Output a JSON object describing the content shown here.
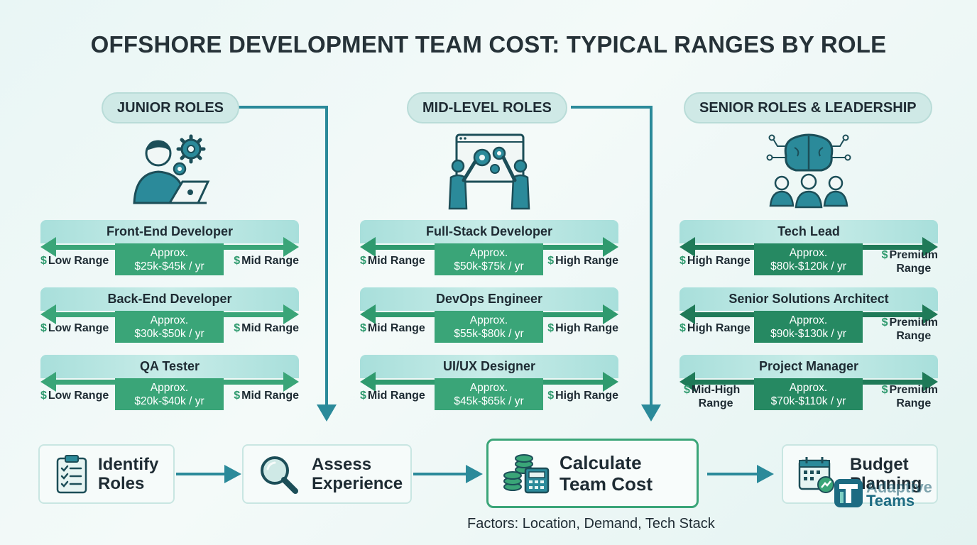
{
  "title": "OFFSHORE DEVELOPMENT TEAM COST: TYPICAL RANGES BY ROLE",
  "columns": [
    {
      "heading": "JUNIOR ROLES",
      "icon": "developer-at-laptop-icon",
      "roles": [
        {
          "name": "Front-End Developer",
          "cost_prefix": "Approx.",
          "cost": "$25k-$45k / yr",
          "low": "Low Range",
          "high": "Mid Range"
        },
        {
          "name": "Back-End Developer",
          "cost_prefix": "Approx.",
          "cost": "$30k-$50k / yr",
          "low": "Low Range",
          "high": "Mid Range"
        },
        {
          "name": "QA Tester",
          "cost_prefix": "Approx.",
          "cost": "$20k-$40k / yr",
          "low": "Low Range",
          "high": "Mid Range"
        }
      ]
    },
    {
      "heading": "MID-LEVEL ROLES",
      "icon": "team-gears-board-icon",
      "roles": [
        {
          "name": "Full-Stack Developer",
          "cost_prefix": "Approx.",
          "cost": "$50k-$75k / yr",
          "low": "Mid Range",
          "high": "High Range"
        },
        {
          "name": "DevOps Engineer",
          "cost_prefix": "Approx.",
          "cost": "$55k-$80k / yr",
          "low": "Mid Range",
          "high": "High Range"
        },
        {
          "name": "UI/UX Designer",
          "cost_prefix": "Approx.",
          "cost": "$45k-$65k / yr",
          "low": "Mid Range",
          "high": "High Range"
        }
      ]
    },
    {
      "heading": "SENIOR ROLES & LEADERSHIP",
      "icon": "brain-network-leaders-icon",
      "roles": [
        {
          "name": "Tech Lead",
          "cost_prefix": "Approx.",
          "cost": "$80k-$120k / yr",
          "low": "High Range",
          "high_1": "Premium",
          "high_2": "Range"
        },
        {
          "name": "Senior Solutions Architect",
          "cost_prefix": "Approx.",
          "cost": "$90k-$130k / yr",
          "low": "High Range",
          "high_1": "Premium",
          "high_2": "Range"
        },
        {
          "name": "Project Manager",
          "cost_prefix": "Approx.",
          "cost": "$70k-$110k / yr",
          "low_1": "Mid-High",
          "low_2": "Range",
          "high_1": "Premium",
          "high_2": "Range"
        }
      ]
    }
  ],
  "steps": [
    {
      "line1": "Identify",
      "line2": "Roles",
      "icon": "clipboard-checklist-icon"
    },
    {
      "line1": "Assess",
      "line2": "Experience",
      "icon": "magnifier-icon"
    },
    {
      "line1": "Calculate",
      "line2": "Team Cost",
      "icon": "coins-calculator-icon"
    },
    {
      "line1": "Budget",
      "line2": "Planning",
      "icon": "calendar-growth-icon"
    }
  ],
  "factors": "Factors: Location, Demand, Tech Stack",
  "logo": {
    "line1": "Adaptive",
    "line2": "Teams"
  },
  "colors": {
    "teal_dark": "#2b8a9a",
    "green": "#3aa578",
    "green_dark": "#268962",
    "pill_bg": "#cfe9e6"
  }
}
